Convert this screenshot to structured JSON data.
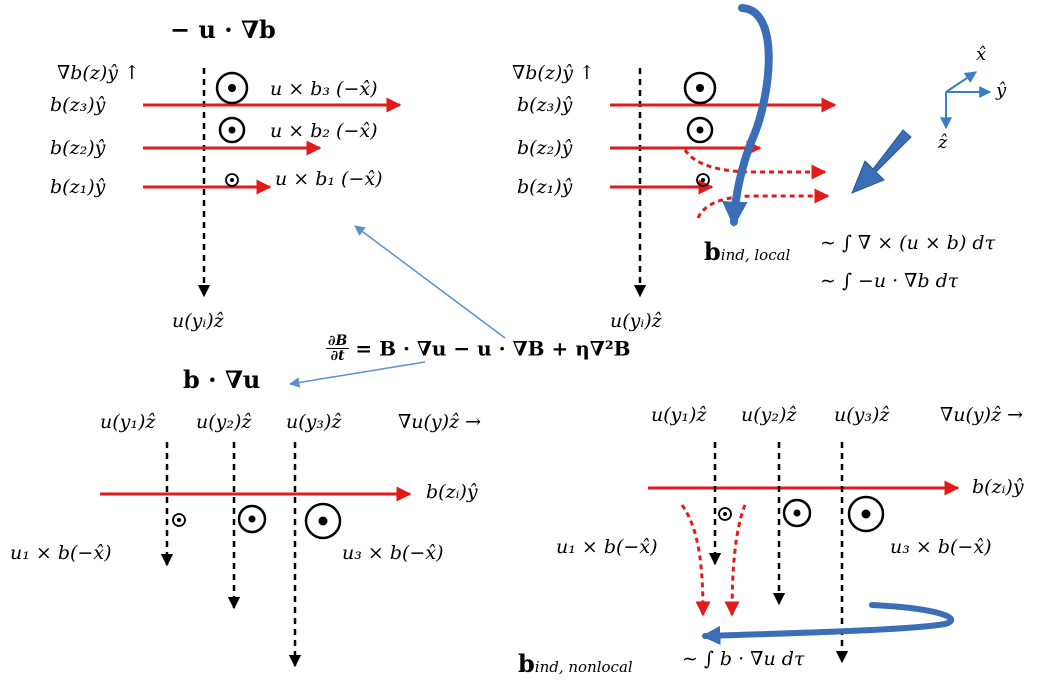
{
  "colors": {
    "b_field": "#e31a1c",
    "u_flow": "#000000",
    "induced": "#e31a1c",
    "big_arrow": "#3a6fb7",
    "pointer": "#5b8fd0",
    "axes": "#3a7fc4"
  },
  "top_left": {
    "title": "− u · ∇b",
    "grad_label": "∇b(z)ŷ ↑",
    "b3": "b(z₃)ŷ",
    "b2": "b(z₂)ŷ",
    "b1": "b(z₁)ŷ",
    "cross3": "u × b₃ (−x̂)",
    "cross2": "u × b₂ (−x̂)",
    "cross1": "u × b₁ (−x̂)",
    "u_label": "u(yᵢ)ẑ"
  },
  "top_right": {
    "grad_label": "∇b(z)ŷ ↑",
    "b3": "b(z₃)ŷ",
    "b2": "b(z₂)ŷ",
    "b1": "b(z₁)ŷ",
    "u_label": "u(yᵢ)ẑ",
    "bind_local": "b",
    "bind_local_sub": "ind, local",
    "eq1": "∼ ∫ ∇ × (u × b) dτ",
    "eq2": "∼ ∫ −u · ∇b dτ"
  },
  "axes": {
    "x": "x̂",
    "y": "ŷ",
    "z": "ẑ"
  },
  "center_equation": {
    "num": "∂B",
    "den": "∂t",
    "rhs": "= B · ∇u − u · ∇B + η∇²B"
  },
  "bottom_left": {
    "title": "b · ∇u",
    "u1": "u(y₁)ẑ",
    "u2": "u(y₂)ẑ",
    "u3": "u(y₃)ẑ",
    "grad_label": "∇u(y)ẑ →",
    "b_label": "b(zᵢ)ŷ",
    "cross1": "u₁ × b(−x̂)",
    "cross3": "u₃ × b(−x̂)"
  },
  "bottom_right": {
    "u1": "u(y₁)ẑ",
    "u2": "u(y₂)ẑ",
    "u3": "u(y₃)ẑ",
    "grad_label": "∇u(y)ẑ →",
    "b_label": "b(zᵢ)ŷ",
    "cross1": "u₁ × b(−x̂)",
    "cross3": "u₃ × b(−x̂)",
    "bind_nonlocal": "b",
    "bind_nonlocal_sub": "ind, nonlocal",
    "eq": "∼ ∫ b · ∇u dτ"
  }
}
